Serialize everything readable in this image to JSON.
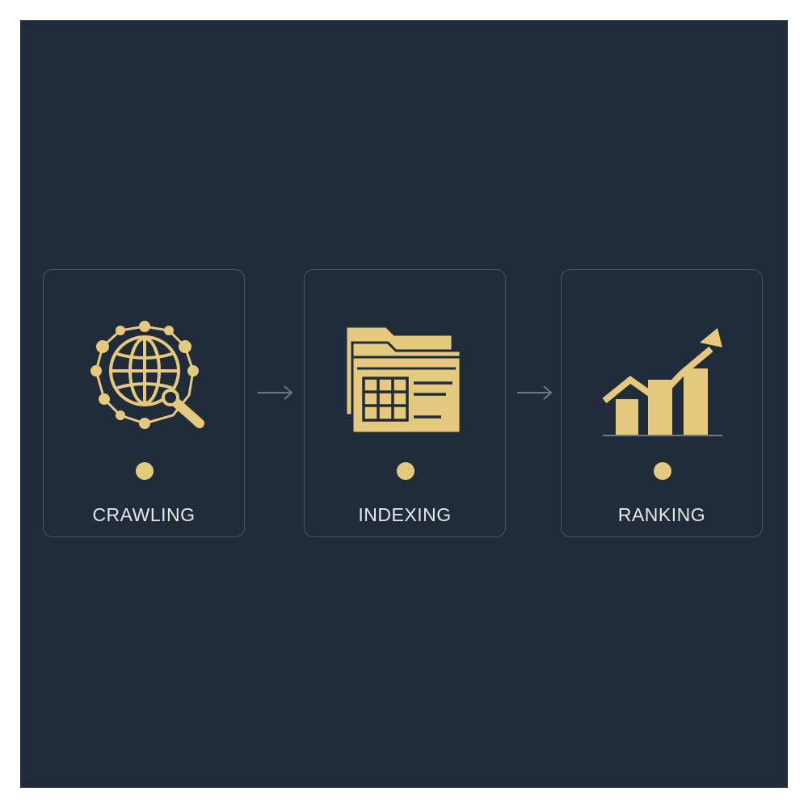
{
  "colors": {
    "background": "#202c39",
    "card_border": "#4a5562",
    "accent": "#e4c97e",
    "label": "#e6e9ec",
    "arrow": "#6b7785"
  },
  "steps": [
    {
      "label": "CRAWLING",
      "icon": "globe-search-icon"
    },
    {
      "label": "INDEXING",
      "icon": "folder-table-icon"
    },
    {
      "label": "RANKING",
      "icon": "growth-chart-icon"
    }
  ],
  "connectors": [
    "arrow-right-icon",
    "arrow-right-icon"
  ]
}
